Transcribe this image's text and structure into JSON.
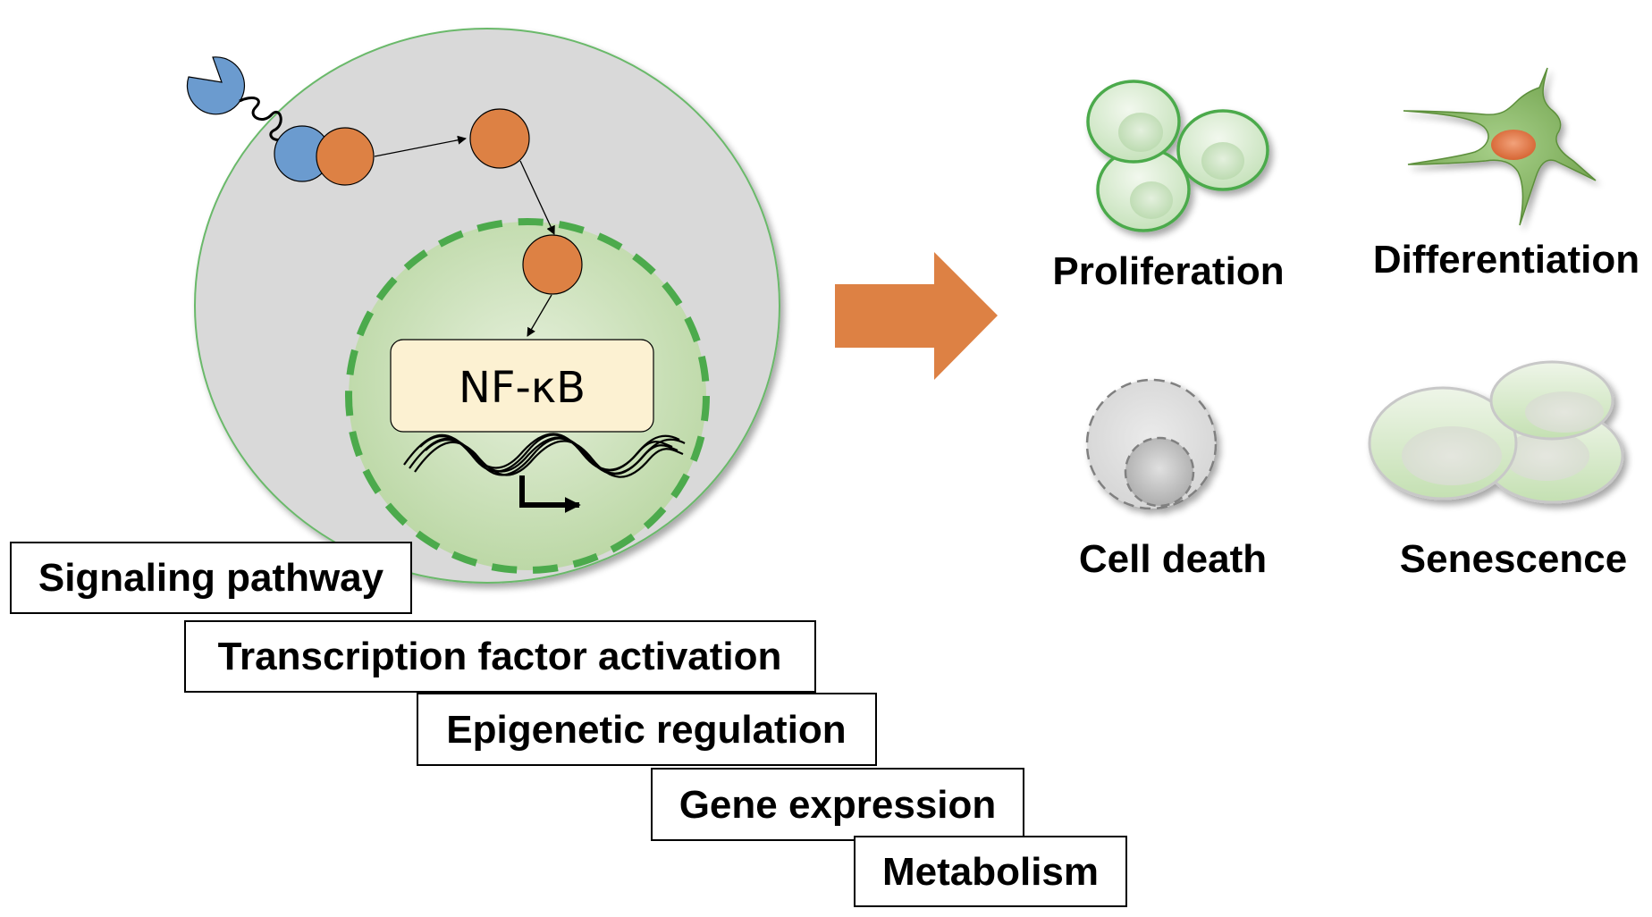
{
  "diagram": {
    "cell": {
      "transcription_factor": "NF-κB"
    },
    "process_steps": [
      {
        "label": "Signaling pathway"
      },
      {
        "label": "Transcription factor activation"
      },
      {
        "label": "Epigenetic regulation"
      },
      {
        "label": "Gene expression"
      },
      {
        "label": "Metabolism"
      }
    ],
    "outcomes": [
      {
        "label": "Proliferation",
        "icon": "proliferating-cells-icon"
      },
      {
        "label": "Differentiation",
        "icon": "differentiated-cell-icon"
      },
      {
        "label": "Cell death",
        "icon": "dying-cell-icon"
      },
      {
        "label": "Senescence",
        "icon": "senescent-cells-icon"
      }
    ],
    "colors": {
      "cytoplasm": "#d9d9d9",
      "membrane": "#6ab96a",
      "nucleus_fill": "#c5ddb0",
      "nucleus_border": "#4caa4c",
      "signal_orange": "#dd8144",
      "receptor_blue": "#6b9bcf",
      "tf_box": "#fcf1d2",
      "big_arrow": "#dd8144"
    }
  }
}
